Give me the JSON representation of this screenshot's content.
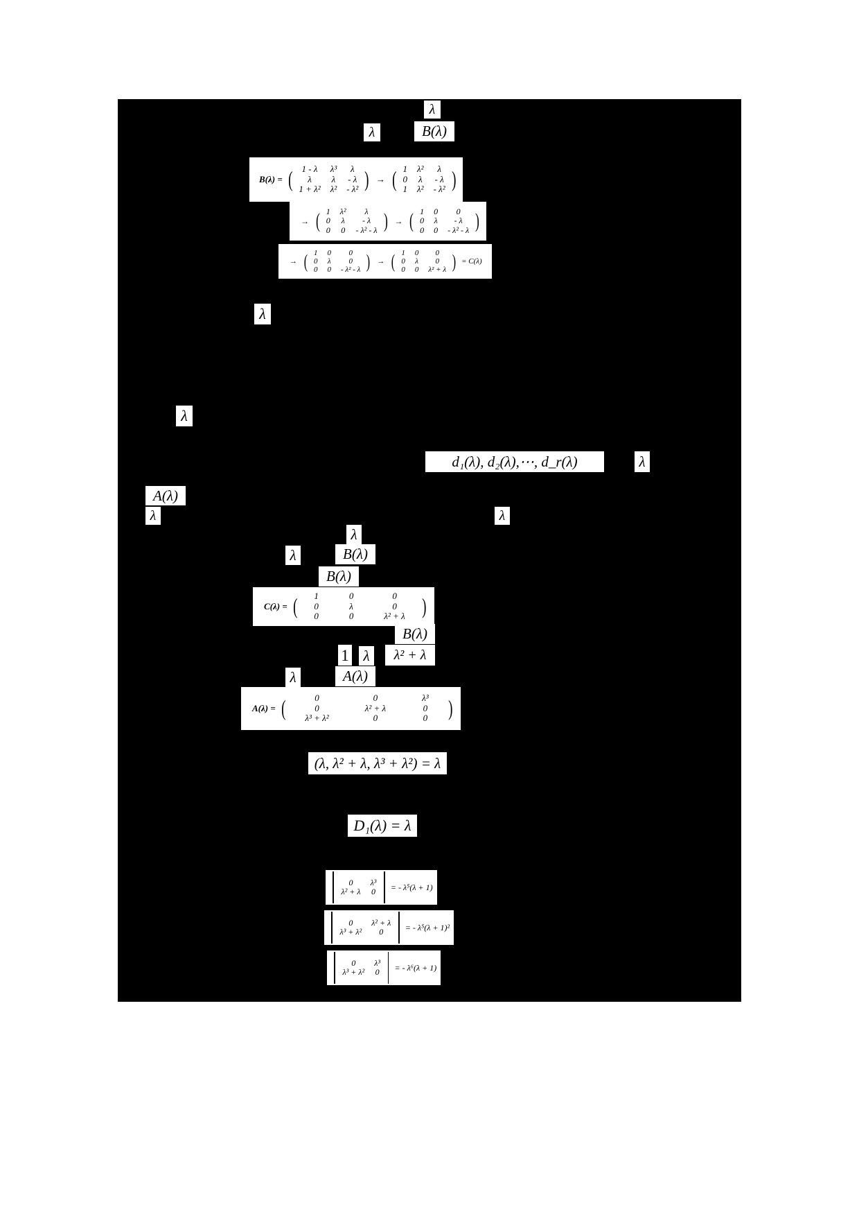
{
  "page": {
    "background": "#ffffff",
    "scan_background": "#000000",
    "text_color": "#ffffff"
  },
  "fragments": {
    "lambda": "λ",
    "B_lambda": "B(λ)",
    "A_lambda": "A(λ)",
    "one": "1",
    "lambda2_plus_lambda": "λ² + λ",
    "invariant_factors": "d₁(λ),  d₂(λ),⋯,  d_r(λ)",
    "gcd_line": "(λ,  λ² + λ,  λ³ + λ²) = λ",
    "D1_line": "D₁(λ) = λ"
  },
  "matrices": {
    "B_reduction_row1": {
      "label": "B(λ) =",
      "left": {
        "rows": [
          [
            "1 - λ",
            "λ³",
            "λ"
          ],
          [
            "λ",
            "λ",
            "- λ"
          ],
          [
            "1 + λ²",
            "λ²",
            "- λ²"
          ]
        ]
      },
      "arrow": "→",
      "right": {
        "rows": [
          [
            "1",
            "λ²",
            "λ"
          ],
          [
            "0",
            "λ",
            "- λ"
          ],
          [
            "1",
            "λ²",
            "- λ²"
          ]
        ]
      }
    },
    "B_reduction_row2": {
      "arrow1": "→",
      "left": {
        "rows": [
          [
            "1",
            "λ²",
            "λ"
          ],
          [
            "0",
            "λ",
            "- λ"
          ],
          [
            "0",
            "0",
            "- λ² - λ"
          ]
        ]
      },
      "arrow2": "→",
      "right": {
        "rows": [
          [
            "1",
            "0",
            "0"
          ],
          [
            "0",
            "λ",
            "- λ"
          ],
          [
            "0",
            "0",
            "- λ² - λ"
          ]
        ]
      }
    },
    "B_reduction_row3": {
      "arrow1": "→",
      "left": {
        "rows": [
          [
            "1",
            "0",
            "0"
          ],
          [
            "0",
            "λ",
            "0"
          ],
          [
            "0",
            "0",
            "- λ² - λ"
          ]
        ]
      },
      "arrow2": "→",
      "right": {
        "rows": [
          [
            "1",
            "0",
            "0"
          ],
          [
            "0",
            "λ",
            "0"
          ],
          [
            "0",
            "0",
            "λ² + λ"
          ]
        ]
      },
      "result_label": "= C(λ)"
    },
    "C_lambda": {
      "label": "C(λ) =",
      "rows": [
        [
          "1",
          "0",
          "0"
        ],
        [
          "0",
          "λ",
          "0"
        ],
        [
          "0",
          "0",
          "λ² + λ"
        ]
      ]
    },
    "A_lambda": {
      "label": "A(λ) =",
      "rows": [
        [
          "0",
          "0",
          "λ³"
        ],
        [
          "0",
          "λ² + λ",
          "0"
        ],
        [
          "λ³ + λ²",
          "0",
          "0"
        ]
      ]
    }
  },
  "determinants": [
    {
      "rows": [
        [
          "0",
          "λ³"
        ],
        [
          "λ² + λ",
          "0"
        ]
      ],
      "value": "= - λ⁵(λ + 1)"
    },
    {
      "rows": [
        [
          "0",
          "λ² + λ"
        ],
        [
          "λ³ + λ²",
          "0"
        ]
      ],
      "value": "= - λ⁵(λ + 1)²"
    },
    {
      "rows": [
        [
          "0",
          "λ³"
        ],
        [
          "λ³ + λ²",
          "0"
        ]
      ],
      "value": "= - λ⁶(λ + 1)"
    }
  ]
}
